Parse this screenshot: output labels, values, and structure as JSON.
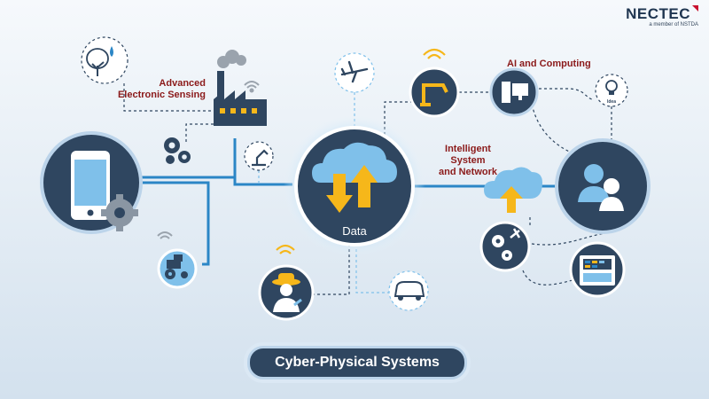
{
  "brand": {
    "logo_text": "NECTEC",
    "logo_subtitle": "a member of NSTDA"
  },
  "diagram": {
    "title": "Cyber-Physical Systems",
    "center_label": "Data",
    "labels": {
      "advanced_sensing": [
        "Advanced",
        "Electronic Sensing"
      ],
      "ai_computing": "AI and Computing",
      "intelligent_network": [
        "Intelligent",
        "System",
        "and Network"
      ],
      "idea_bulb": "Idea"
    },
    "icons": [
      "smartphone-gear-icon",
      "gears-icon",
      "tree-water-icon",
      "factory-icon",
      "wifi-icon",
      "robot-arm-icon",
      "tractor-icon",
      "airplane-icon",
      "cloud-data-icon",
      "farmer-icon",
      "car-icon",
      "ai-robot-icon",
      "computer-icon",
      "lightbulb-icon",
      "cloud-upload-icon",
      "users-icon",
      "tools-gears-icon",
      "control-panel-icon"
    ]
  },
  "colors": {
    "navy": "#2f4660",
    "line_blue": "#2b86c6",
    "light_blue": "#7fc0ea",
    "yellow": "#f6b71a",
    "label_red": "#8b1a1a"
  }
}
